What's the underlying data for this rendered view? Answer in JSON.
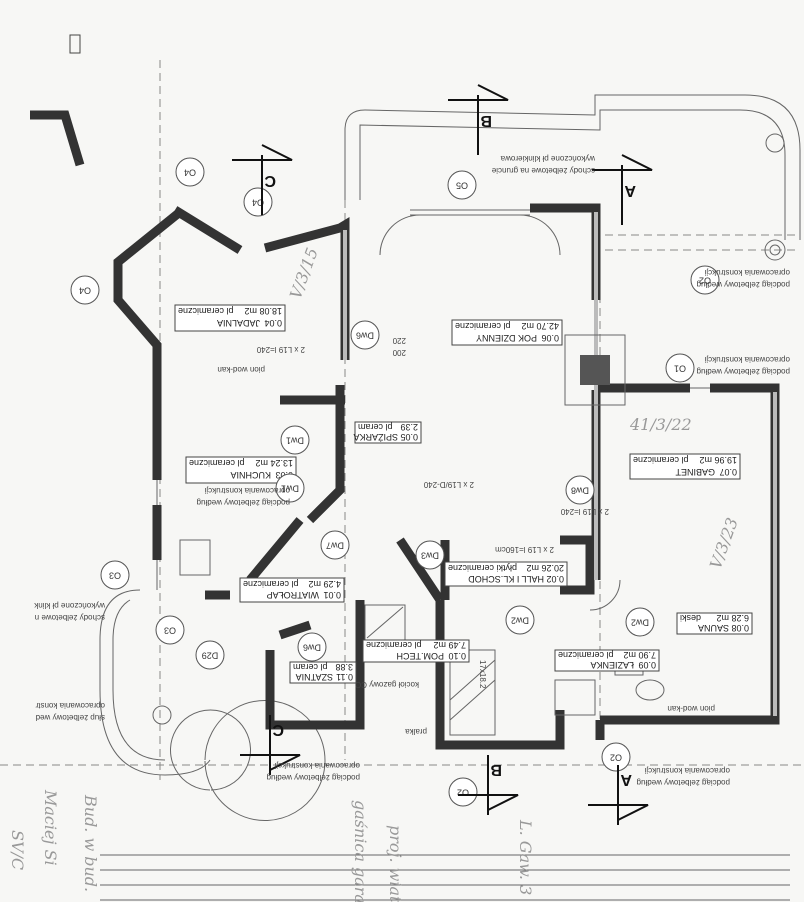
{
  "rooms": [
    {
      "no": "0.04",
      "name": "JADALNIA",
      "area": "18.08 m2",
      "floor": "pl ceramiczne"
    },
    {
      "no": "0.03",
      "name": "KUCHNIA",
      "area": "13.24 m2",
      "floor": "pl ceramiczne"
    },
    {
      "no": "0.05",
      "name": "SPIŻARKA",
      "area": "2.39",
      "floor": "pl ceram"
    },
    {
      "no": "0.06",
      "name": "POK DZIENNY",
      "area": "42.70 m2",
      "floor": "pl ceramiczne"
    },
    {
      "no": "0.07",
      "name": "GABINET",
      "area": "19.96 m2",
      "floor": "pl ceramiczne"
    },
    {
      "no": "0.01",
      "name": "WIATROŁAP",
      "area": "4.29 m2",
      "floor": "pl ceramiczne"
    },
    {
      "no": "0.11",
      "name": "SZATNIA",
      "area": "3.88",
      "floor": "pl ceram"
    },
    {
      "no": "0.10",
      "name": "POM.TECH",
      "area": "7.49 m2",
      "floor": "pl ceramiczne"
    },
    {
      "no": "0.02",
      "name": "HALL I KL.SCHOD",
      "area": "20.26 m2",
      "floor": "płytki ceramiczne"
    },
    {
      "no": "0.08",
      "name": "SAUNA",
      "area": "6.28 m2",
      "floor": "deski"
    },
    {
      "no": "0.09",
      "name": "ŁAZIENKA",
      "area": "7.90 m2",
      "floor": "pl ceramiczne"
    }
  ],
  "tags": [
    "Dw1",
    "Dw1",
    "Dw3",
    "Dw6",
    "Dw6",
    "Dw7",
    "Dw8",
    "Dw2",
    "Dw2",
    "D29",
    "O1",
    "O2",
    "O2",
    "O2",
    "O3",
    "O3",
    "O4",
    "O4",
    "O4",
    "O5"
  ],
  "sections": [
    "B",
    "A",
    "C",
    "C",
    "B",
    "A"
  ],
  "notes": {
    "stairs_top_1": "schody żelbetowe na gruncie",
    "stairs_top_2": "wykończone pł klinkierowa",
    "beam_1": "podciąg żelbetowy według",
    "beam_2": "opracowania konstrukcji",
    "stairs_left_1": "schody żelbetowe n",
    "stairs_left_2": "wykończone pł klink",
    "column_1": "słup żelbetowy wed",
    "column_2": "opracowania konstr",
    "riser_1": "pion wod-kan",
    "riser_2": "pion wod-kan",
    "lintel_1": "2 x L19 l=240",
    "lintel_2": "2 x L19/D-240",
    "lintel_3": "2 x L19 l=240",
    "lintel_4": "2 x L19 l=160cm",
    "boiler": "kocioł gazowy CO",
    "laundry": "pralka",
    "steps": "17x18.2",
    "dim_200": "200",
    "dim_220": "220"
  },
  "handwriting": [
    "V/3/15",
    "41/3/22",
    "V/3/23",
    "Bud. w bud.",
    "Maciej Si",
    "SV/C",
    "L. Gaw. 3",
    "proj. wiat.",
    "gaśnica garaż"
  ]
}
